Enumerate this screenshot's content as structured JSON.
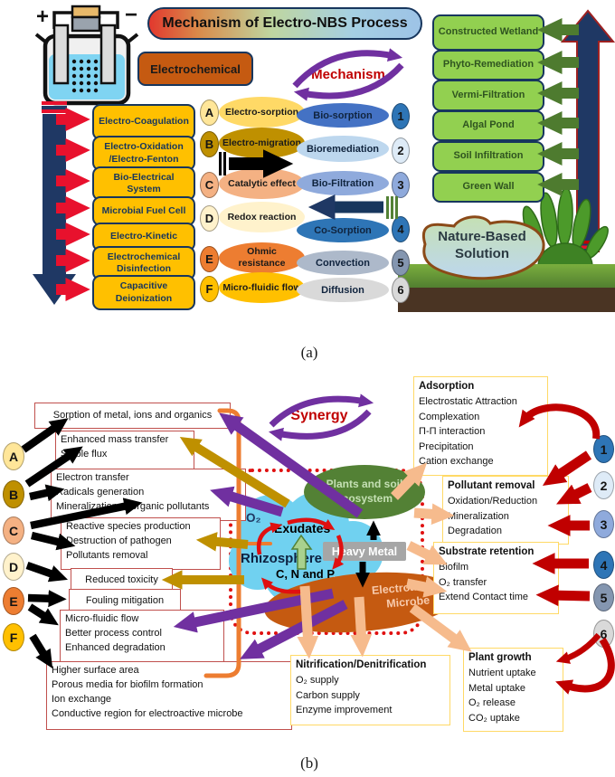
{
  "letters": [
    "A",
    "B",
    "C",
    "D",
    "E",
    "F"
  ],
  "numbers": [
    "1",
    "2",
    "3",
    "4",
    "5",
    "6"
  ],
  "panel_a": {
    "caption": "(a)",
    "title": "Mechanism of Electro-NBS Process",
    "electrochemical_label": "Electrochemical",
    "cycle_label": "Mechanism",
    "electro_processes": [
      "Electro-Coagulation",
      "Electro-Oxidation /Electro-Fenton",
      "Bio-Electrical System",
      "Microbial Fuel Cell",
      "Electro-Kinetic",
      "Electrochemical Disinfection",
      "Capacitive Deionization"
    ],
    "mechanisms": [
      "Electro-sorption",
      "Electro-migration",
      "Catalytic effect",
      "Redox reaction",
      "Ohmic resistance",
      "Micro-fluidic flow"
    ],
    "bio_processes": [
      "Bio-sorption",
      "Bioremediation",
      "Bio-Filtration",
      "Co-Sorption",
      "Convection",
      "Diffusion"
    ],
    "nbs_methods": [
      "Constructed Wetland",
      "Phyto-Remediation",
      "Vermi-Filtration",
      "Algal Pond",
      "Soil Infiltration",
      "Green Wall"
    ],
    "nbs_label": "Nature-Based Solution"
  },
  "panel_b": {
    "caption": "(b)",
    "cycle_label": "Synergy",
    "left_boxes": [
      [
        "Sorption of metal, ions and organics"
      ],
      [
        "Enhanced mass transfer",
        "Stable flux"
      ],
      [
        "Electron transfer",
        "Radicals generation",
        "Mineralization of organic pollutants"
      ],
      [
        "Reactive species production",
        "Destruction of pathogen",
        "Pollutants removal"
      ],
      [
        "Reduced toxicity"
      ],
      [
        "Fouling mitigation"
      ],
      [
        "Micro-fluidic flow",
        "Better process control",
        "Enhanced degradation"
      ],
      [
        "Higher surface area",
        "Porous media for biofilm formation",
        "Ion exchange",
        "Conductive region for electroactive microbe"
      ]
    ],
    "right_boxes": [
      {
        "title": "Adsorption",
        "lines": [
          "Electrostatic Attraction",
          "Complexation",
          "Π-Π interaction",
          "Precipitation",
          "Cation exchange"
        ]
      },
      {
        "title": "Pollutant removal",
        "lines": [
          "Oxidation/Reduction",
          "Mineralization",
          "Degradation"
        ]
      },
      {
        "title": "Substrate retention",
        "lines": [
          "Biofilm",
          "O₂ transfer",
          "Extend Contact time"
        ]
      },
      {
        "title": "Plant growth",
        "lines": [
          "Nutrient uptake",
          "Metal uptake",
          "O₂ release",
          "CO₂ uptake"
        ]
      },
      {
        "title": "Nitrification/Denitrification",
        "lines": [
          "O₂ supply",
          "Carbon supply",
          "Enzyme improvement"
        ]
      }
    ],
    "center": {
      "plants": "Plants and soil ecosystem",
      "rhizosphere": "Rhizosphere",
      "exudates": "Exudates",
      "oxygen": "O₂",
      "cnp": "C, N and P",
      "heavy_metal": "Heavy Metal",
      "microbe": "Electroactive Microbe"
    }
  },
  "colors": {
    "navy": "#1F3864",
    "yellow": "#FFC000",
    "green_box": "#92D050",
    "red_arrow": "#E8112D",
    "dark_green_arrow": "#4E7B2F",
    "purple": "#7030A0",
    "gold": "#BF9000",
    "peach": "#F6BB8D",
    "dark_red": "#C00000",
    "orange_bracket": "#ED7D31",
    "cloud_blue": "#70D1F0",
    "microbe_orange": "#C55A11",
    "plants_green": "#538135",
    "heavy_metal_gray": "#A6A6A6"
  }
}
